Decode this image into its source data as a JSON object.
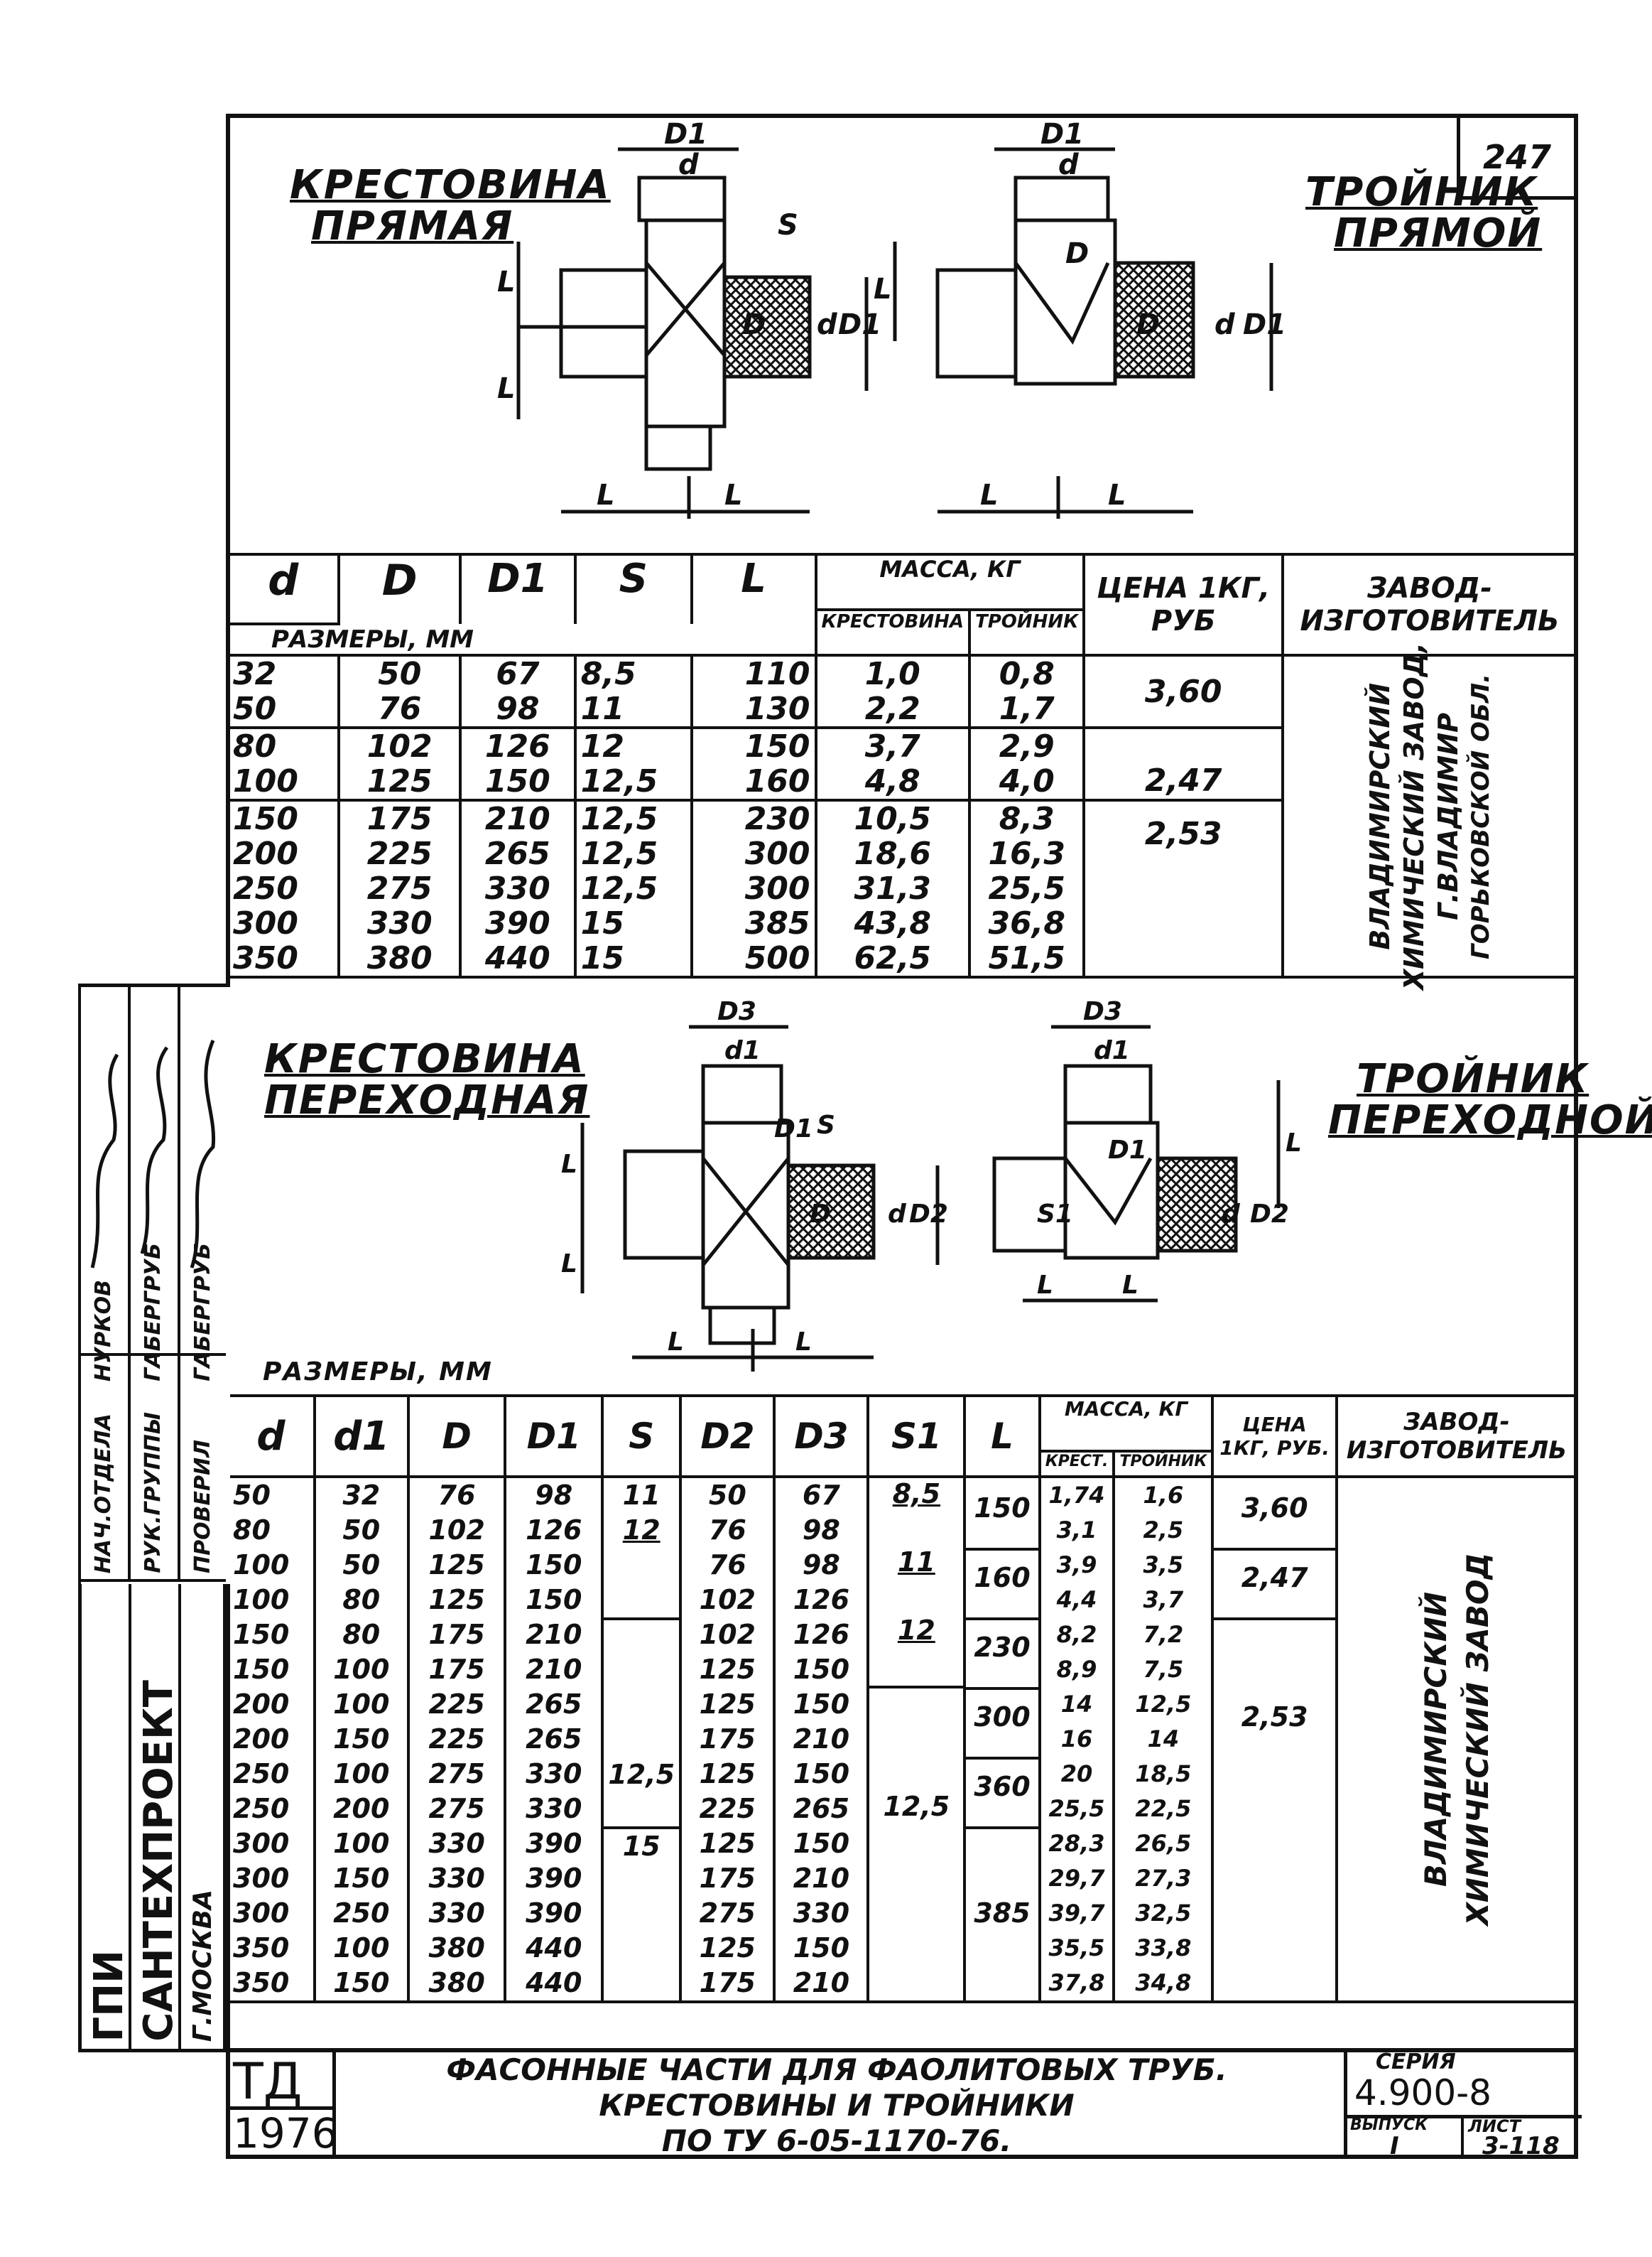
{
  "page_number": "247",
  "top": {
    "left_title_1": "КРЕСТОВИНА",
    "left_title_2": "ПРЯМАЯ",
    "right_title_1": "ТРОЙНИК",
    "right_title_2": "ПРЯМОЙ",
    "dim_labels": {
      "D1": "D1",
      "d": "d",
      "S": "S",
      "D": "D",
      "L": "L"
    }
  },
  "table1": {
    "headers": {
      "d": "d",
      "D": "D",
      "D1": "D1",
      "S": "S",
      "L": "L",
      "mass": "МАССА, КГ",
      "mass_cross": "КРЕСТОВИНА",
      "mass_tee": "ТРОЙНИК",
      "price": "ЦЕНА 1КГ, РУБ",
      "plant": "ЗАВОД-ИЗГОТОВИТЕЛЬ",
      "sizes": "РАЗМЕРЫ, ММ"
    },
    "groups": [
      {
        "d": [
          "32",
          "50"
        ],
        "D": [
          "50",
          "76"
        ],
        "D1": [
          "67",
          "98"
        ],
        "S": [
          "8,5",
          "11"
        ],
        "L": [
          "110",
          "130"
        ],
        "cross": [
          "1,0",
          "2,2"
        ],
        "tee": [
          "0,8",
          "1,7"
        ],
        "price": "3,60"
      },
      {
        "d": [
          "80",
          "100"
        ],
        "D": [
          "102",
          "125"
        ],
        "D1": [
          "126",
          "150"
        ],
        "S": [
          "12",
          "12,5"
        ],
        "L": [
          "150",
          "160"
        ],
        "cross": [
          "3,7",
          "4,8"
        ],
        "tee": [
          "2,9",
          "4,0"
        ],
        "price": "2,47"
      },
      {
        "d": [
          "150",
          "200",
          "250",
          "300",
          "350"
        ],
        "D": [
          "175",
          "225",
          "275",
          "330",
          "380"
        ],
        "D1": [
          "210",
          "265",
          "330",
          "390",
          "440"
        ],
        "S": [
          "12,5",
          "12,5",
          "12,5",
          "15",
          "15"
        ],
        "L": [
          "230",
          "300",
          "300",
          "385",
          "500"
        ],
        "cross": [
          "10,5",
          "18,6",
          "31,3",
          "43,8",
          "62,5"
        ],
        "tee": [
          "8,3",
          "16,3",
          "25,5",
          "36,8",
          "51,5"
        ],
        "price": "2,53"
      }
    ],
    "plant": [
      "ВЛАДИМИРСКИЙ",
      "ХИМИЧЕСКИЙ ЗАВОД,",
      "Г.ВЛАДИМИР",
      "ГОРЬКОВСКОЙ ОБЛ."
    ]
  },
  "middle": {
    "left_title_1": "КРЕСТОВИНА",
    "left_title_2": "ПЕРЕХОДНАЯ",
    "right_title_1": "ТРОЙНИК",
    "right_title_2": "ПЕРЕХОДНОЙ",
    "dim_labels": {
      "D3": "D3",
      "d1": "d1",
      "D1": "D1",
      "S": "S",
      "D": "D",
      "d": "d",
      "D2": "D2",
      "L": "L",
      "S1": "S1"
    }
  },
  "table2": {
    "caption": "РАЗМЕРЫ, ММ",
    "headers": {
      "d": "d",
      "d1": "d1",
      "D": "D",
      "D1": "D1",
      "S": "S",
      "D2": "D2",
      "D3": "D3",
      "S1": "S1",
      "L": "L",
      "mass": "МАССА, КГ",
      "cross": "КРЕСТ.",
      "tee": "ТРОЙНИК",
      "price": "ЦЕНА 1КГ, РУБ.",
      "plant": "ЗАВОД-ИЗГОТОВИТЕЛЬ"
    },
    "d": [
      "50",
      "80",
      "100",
      "100",
      "150",
      "150",
      "200",
      "200",
      "250",
      "250",
      "300",
      "300",
      "300",
      "350",
      "350"
    ],
    "d1": [
      "32",
      "50",
      "50",
      "80",
      "80",
      "100",
      "100",
      "150",
      "100",
      "200",
      "100",
      "150",
      "250",
      "100",
      "150"
    ],
    "D": [
      "76",
      "102",
      "125",
      "125",
      "175",
      "175",
      "225",
      "225",
      "275",
      "275",
      "330",
      "330",
      "330",
      "380",
      "380"
    ],
    "D1": [
      "98",
      "126",
      "150",
      "150",
      "210",
      "210",
      "265",
      "265",
      "330",
      "330",
      "390",
      "390",
      "390",
      "440",
      "440"
    ],
    "S": {
      "r0": "11",
      "r1": "12",
      "mid": "12,5",
      "low": "15"
    },
    "D2": [
      "50",
      "76",
      "76",
      "102",
      "102",
      "125",
      "125",
      "175",
      "125",
      "225",
      "125",
      "175",
      "275",
      "125",
      "175"
    ],
    "D3": [
      "67",
      "98",
      "98",
      "126",
      "126",
      "150",
      "150",
      "210",
      "150",
      "265",
      "150",
      "210",
      "330",
      "150",
      "210"
    ],
    "S1": {
      "a": "8,5",
      "b": "11",
      "c": "12",
      "d": "12,5"
    },
    "L": [
      "150",
      "160",
      "230",
      "300",
      "360",
      "385"
    ],
    "cross": [
      "1,74",
      "3,1",
      "3,9",
      "4,4",
      "8,2",
      "8,9",
      "14",
      "16",
      "20",
      "25,5",
      "28,3",
      "29,7",
      "39,7",
      "35,5",
      "37,8"
    ],
    "tee": [
      "1,6",
      "2,5",
      "3,5",
      "3,7",
      "7,2",
      "7,5",
      "12,5",
      "14",
      "18,5",
      "22,5",
      "26,5",
      "27,3",
      "32,5",
      "33,8",
      "34,8"
    ],
    "price": [
      "3,60",
      "2,47",
      "2,53"
    ],
    "plant": [
      "ВЛАДИМИРСКИЙ",
      "ХИМИЧЕСКИЙ ЗАВОД"
    ]
  },
  "side": {
    "org_1": "ГПИ",
    "org_2": "САНТЕХПРОЕКТ",
    "org_3": "Г.МОСКВА",
    "role_1": "НАЧ.ОТДЕЛА",
    "name_1": "НУРКОВ",
    "role_2": "РУК.ГРУППЫ",
    "name_2": "ГАБЕРГРУБ",
    "role_3": "ПРОВЕРИЛ",
    "name_3": "ГАБЕРГРУБ"
  },
  "titleblock": {
    "td": "ТД",
    "year": "1976",
    "line1": "ФАСОННЫЕ ЧАСТИ ДЛЯ ФАОЛИТОВЫХ ТРУБ.",
    "line2": "КРЕСТОВИНЫ И ТРОЙНИКИ",
    "line3": "ПО ТУ    6-05-1170-76.",
    "series_label": "СЕРИЯ",
    "series": "4.900-8",
    "issue_label": "ВЫПУСК",
    "sheet_label": "ЛИСТ",
    "issue": "I",
    "sheet": "3-118"
  }
}
